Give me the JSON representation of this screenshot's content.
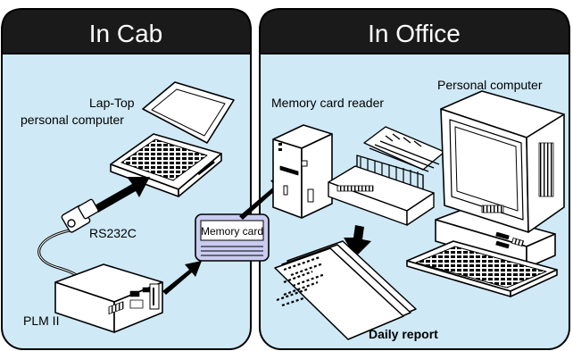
{
  "panels": {
    "left_title": "In Cab",
    "right_title": "In Office"
  },
  "labels": {
    "laptop_line1": "Lap-Top",
    "laptop_line2": "personal computer",
    "rs232c": "RS232C",
    "plm": "PLM II",
    "memory_card": "Memory card",
    "card_reader": "Memory card reader",
    "personal_computer": "Personal computer",
    "daily_report": "Daily report"
  },
  "colors": {
    "panel_fill": "#cfe9f6",
    "header_fill": "#1a1a1a",
    "header_text": "#ffffff",
    "card_fill": "#c9ccef",
    "line": "#000000",
    "device_fill": "#ffffff"
  },
  "icons": [
    "laptop-icon",
    "plm-device-icon",
    "memory-card-icon",
    "card-reader-icon",
    "printer-icon",
    "desktop-computer-icon",
    "keyboard-icon",
    "report-pages-icon"
  ]
}
